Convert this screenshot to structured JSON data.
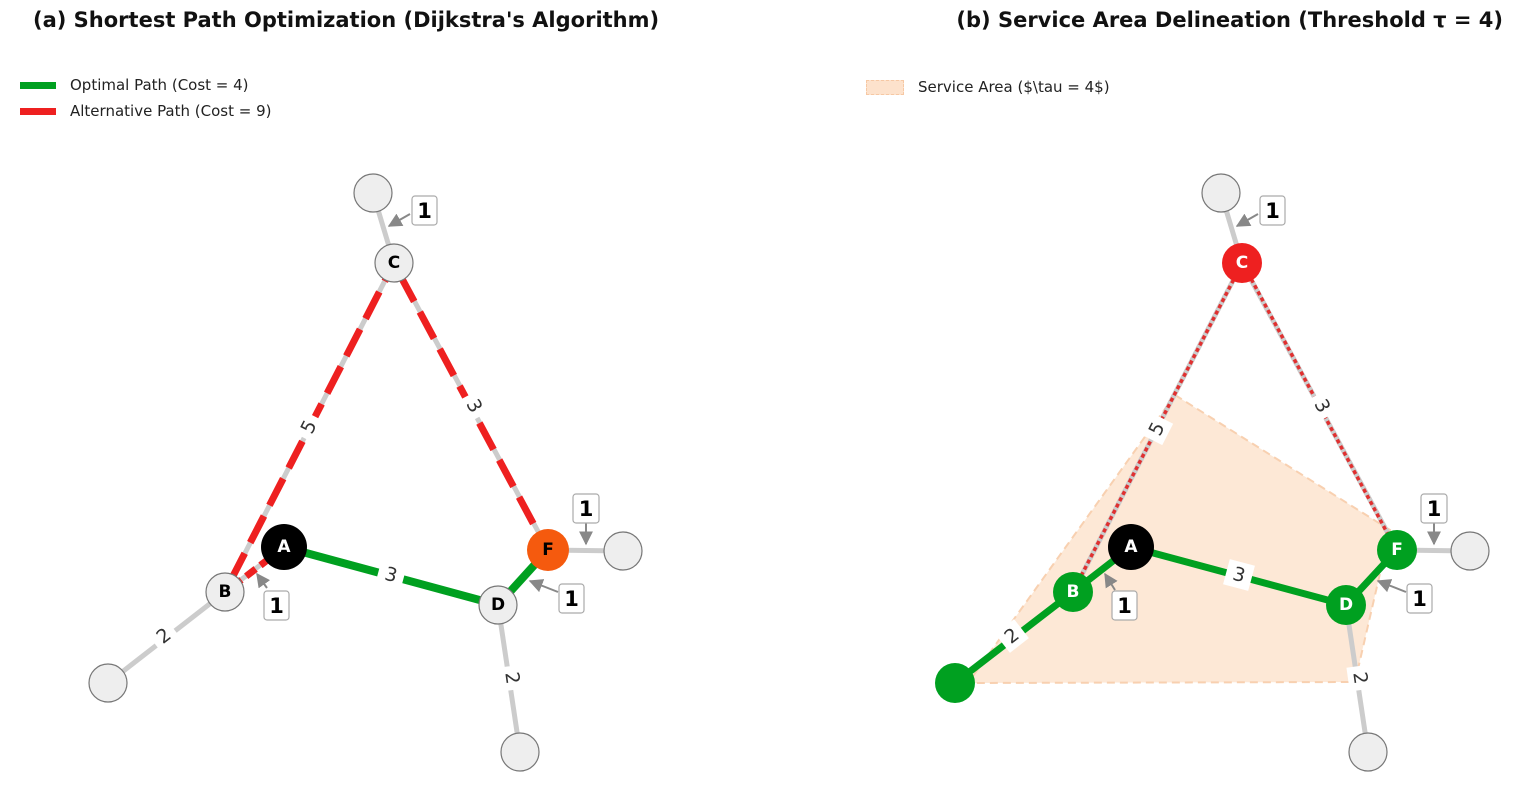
{
  "panel_a": {
    "title": "(a) Shortest Path Optimization (Dijkstra's Algorithm)",
    "legend": [
      {
        "label": "Optimal Path (Cost = 4)",
        "color": "#00a020"
      },
      {
        "label": "Alternative Path (Cost = 9)",
        "color": "#ee2020"
      }
    ],
    "nodes": {
      "A": {
        "label": "A",
        "fill": "#000000",
        "text": "#ffffff"
      },
      "B": {
        "label": "B",
        "fill": "#eeeeee",
        "text": "#000000"
      },
      "C": {
        "label": "C",
        "fill": "#eeeeee",
        "text": "#000000"
      },
      "D": {
        "label": "D",
        "fill": "#eeeeee",
        "text": "#000000"
      },
      "F": {
        "label": "F",
        "fill": "#f55a0e",
        "text": "#000000"
      }
    },
    "edge_labels": {
      "AD": "3",
      "BC": "5",
      "CF": "3",
      "BL": "2",
      "DL": "2"
    },
    "box_labels": {
      "C": "1",
      "B": "1",
      "F": "1",
      "D": "1"
    }
  },
  "panel_b": {
    "title": "(b) Service Area Delineation (Threshold τ = 4)",
    "legend": [
      {
        "label": "Service Area ($\\tau = 4$)",
        "color": "#fde2cc"
      }
    ],
    "nodes": {
      "A": {
        "label": "A",
        "fill": "#000000",
        "text": "#ffffff"
      },
      "B": {
        "label": "B",
        "fill": "#00a020",
        "text": "#ffffff"
      },
      "C": {
        "label": "C",
        "fill": "#ee2020",
        "text": "#ffffff"
      },
      "D": {
        "label": "D",
        "fill": "#00a020",
        "text": "#ffffff"
      },
      "F": {
        "label": "F",
        "fill": "#00a020",
        "text": "#ffffff"
      }
    },
    "edge_labels": {
      "AD": "3",
      "BC": "5",
      "CF": "3",
      "BL": "2",
      "DL": "2"
    },
    "box_labels": {
      "C": "1",
      "B": "1",
      "F": "1",
      "D": "1"
    }
  }
}
